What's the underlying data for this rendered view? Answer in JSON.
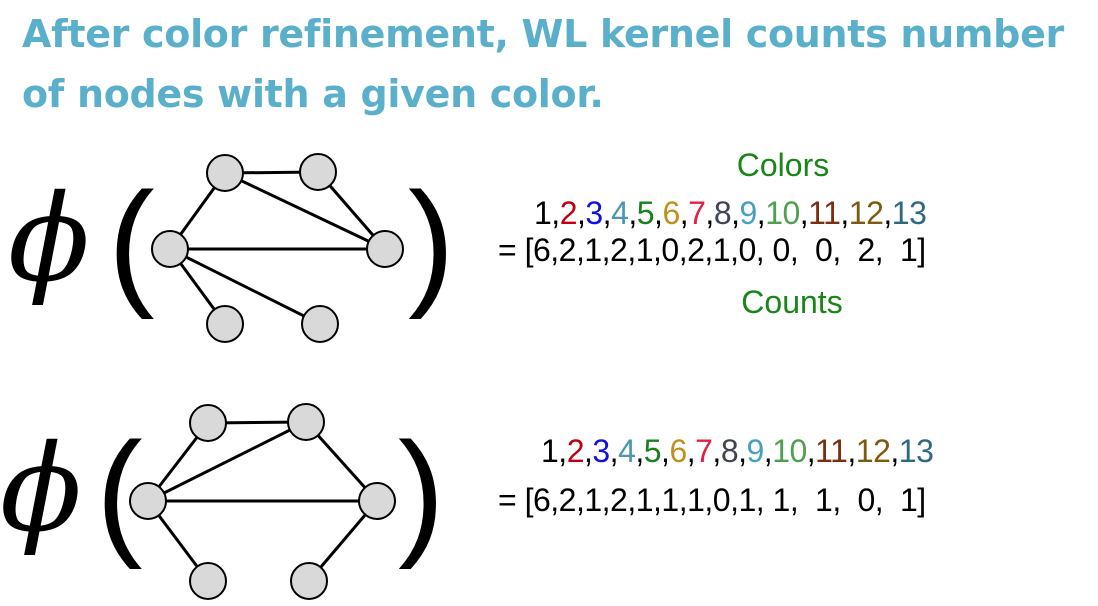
{
  "title": {
    "line1": "After color refinement, WL kernel counts number",
    "line2": "of nodes with a given color."
  },
  "symbols": {
    "phi": "ϕ",
    "open_paren": "(",
    "close_paren": ")"
  },
  "labels": {
    "colors": "Colors",
    "counts": "Counts"
  },
  "color_indices": [
    {
      "text": "1",
      "color": "#000000"
    },
    {
      "text": "2",
      "color": "#c00010"
    },
    {
      "text": "3",
      "color": "#1010e0"
    },
    {
      "text": "4",
      "color": "#4a98ae"
    },
    {
      "text": "5",
      "color": "#18801c"
    },
    {
      "text": "6",
      "color": "#c0901c"
    },
    {
      "text": "7",
      "color": "#e02048"
    },
    {
      "text": "8",
      "color": "#404454"
    },
    {
      "text": "9",
      "color": "#48a0c0"
    },
    {
      "text": "10",
      "color": "#4ea04e"
    },
    {
      "text": "11",
      "color": "#7a3010"
    },
    {
      "text": "12",
      "color": "#7c5a10"
    },
    {
      "text": "13",
      "color": "#306880"
    }
  ],
  "graphs": [
    {
      "name": "graph-1",
      "counts_text": "= [6,2,1,2,1,0,2,1,0, 0,  0,  2,  1]",
      "counts": [
        6,
        2,
        1,
        2,
        1,
        0,
        2,
        1,
        0,
        0,
        0,
        2,
        1
      ],
      "edges": [
        [
          0,
          1
        ],
        [
          0,
          2
        ],
        [
          0,
          3
        ],
        [
          1,
          3
        ],
        [
          2,
          3
        ],
        [
          2,
          4
        ],
        [
          2,
          5
        ]
      ]
    },
    {
      "name": "graph-2",
      "counts_text": "= [6,2,1,2,1,1,1,0,1, 1,  1,  0,  1]",
      "counts": [
        6,
        2,
        1,
        2,
        1,
        1,
        1,
        0,
        1,
        1,
        1,
        0,
        1
      ],
      "edges": [
        [
          0,
          1
        ],
        [
          0,
          2
        ],
        [
          1,
          2
        ],
        [
          1,
          3
        ],
        [
          2,
          3
        ],
        [
          2,
          4
        ],
        [
          3,
          5
        ]
      ]
    }
  ]
}
